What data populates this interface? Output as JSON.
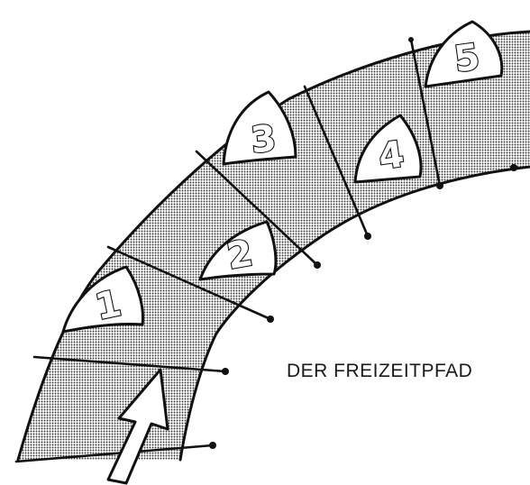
{
  "caption": "DER FREIZEITPFAD",
  "stations": [
    {
      "label": "1"
    },
    {
      "label": "2"
    },
    {
      "label": "3"
    },
    {
      "label": "4"
    },
    {
      "label": "5"
    }
  ],
  "path_icons": [
    {
      "name": "start-arrow-icon"
    },
    {
      "name": "station-marker-icon"
    }
  ],
  "colors": {
    "ink": "#111111",
    "path_fill": "#b9b9b9",
    "paper": "#ffffff"
  }
}
